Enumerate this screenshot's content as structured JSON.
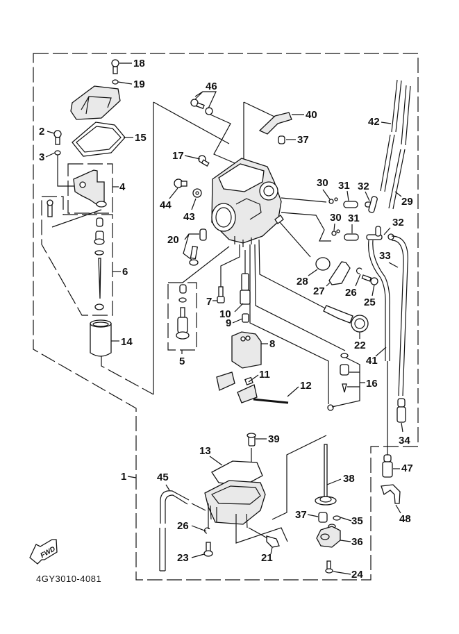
{
  "diagram": {
    "title": "Carburetor exploded parts diagram",
    "part_code": "4GY3010-4081",
    "direction_badge": "FWD",
    "callouts": [
      {
        "id": "1",
        "label": "1"
      },
      {
        "id": "2",
        "label": "2"
      },
      {
        "id": "3",
        "label": "3"
      },
      {
        "id": "4",
        "label": "4"
      },
      {
        "id": "5",
        "label": "5"
      },
      {
        "id": "6",
        "label": "6"
      },
      {
        "id": "7",
        "label": "7"
      },
      {
        "id": "8",
        "label": "8"
      },
      {
        "id": "9",
        "label": "9"
      },
      {
        "id": "10",
        "label": "10"
      },
      {
        "id": "11",
        "label": "11"
      },
      {
        "id": "12",
        "label": "12"
      },
      {
        "id": "13",
        "label": "13"
      },
      {
        "id": "14",
        "label": "14"
      },
      {
        "id": "15",
        "label": "15"
      },
      {
        "id": "16",
        "label": "16"
      },
      {
        "id": "17",
        "label": "17"
      },
      {
        "id": "18",
        "label": "18"
      },
      {
        "id": "19",
        "label": "19"
      },
      {
        "id": "20",
        "label": "20"
      },
      {
        "id": "21",
        "label": "21"
      },
      {
        "id": "22",
        "label": "22"
      },
      {
        "id": "23",
        "label": "23"
      },
      {
        "id": "24",
        "label": "24"
      },
      {
        "id": "25",
        "label": "25"
      },
      {
        "id": "26a",
        "label": "26"
      },
      {
        "id": "26b",
        "label": "26"
      },
      {
        "id": "27",
        "label": "27"
      },
      {
        "id": "28",
        "label": "28"
      },
      {
        "id": "29",
        "label": "29"
      },
      {
        "id": "30a",
        "label": "30"
      },
      {
        "id": "30b",
        "label": "30"
      },
      {
        "id": "31a",
        "label": "31"
      },
      {
        "id": "31b",
        "label": "31"
      },
      {
        "id": "32a",
        "label": "32"
      },
      {
        "id": "32b",
        "label": "32"
      },
      {
        "id": "33",
        "label": "33"
      },
      {
        "id": "34",
        "label": "34"
      },
      {
        "id": "35",
        "label": "35"
      },
      {
        "id": "36",
        "label": "36"
      },
      {
        "id": "37a",
        "label": "37"
      },
      {
        "id": "37b",
        "label": "37"
      },
      {
        "id": "38",
        "label": "38"
      },
      {
        "id": "39",
        "label": "39"
      },
      {
        "id": "40",
        "label": "40"
      },
      {
        "id": "41",
        "label": "41"
      },
      {
        "id": "42",
        "label": "42"
      },
      {
        "id": "43",
        "label": "43"
      },
      {
        "id": "44",
        "label": "44"
      },
      {
        "id": "45",
        "label": "45"
      },
      {
        "id": "46",
        "label": "46"
      },
      {
        "id": "47",
        "label": "47"
      },
      {
        "id": "48",
        "label": "48"
      }
    ]
  }
}
